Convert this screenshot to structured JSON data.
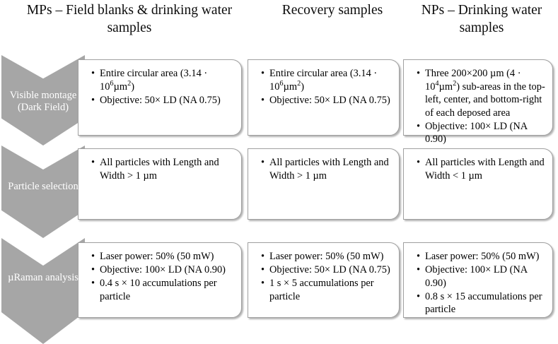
{
  "figure": {
    "type": "process-flow-diagram",
    "columns": [
      {
        "id": "mps",
        "title": "MPs – Field blanks & drinking water samples"
      },
      {
        "id": "recovery",
        "title": "Recovery samples"
      },
      {
        "id": "nps",
        "title": "NPs – Drinking water samples"
      }
    ],
    "stages": [
      {
        "id": "visible-montage",
        "label": "Visible montage (Dark Field)"
      },
      {
        "id": "particle-selection",
        "label": "Particle selection"
      },
      {
        "id": "uraman-analysis",
        "label": "µRaman analysis"
      }
    ],
    "cells": [
      {
        "stage": "visible-montage",
        "column": "mps",
        "bullets": [
          {
            "parts": [
              {
                "t": "Entire circular area (3.14 · 10"
              },
              {
                "t": "6",
                "sup": true
              },
              {
                "t": "µm"
              },
              {
                "t": "2",
                "sup": true
              },
              {
                "t": ")"
              }
            ]
          },
          {
            "parts": [
              {
                "t": "Objective: 50× LD (NA 0.75)"
              }
            ]
          }
        ]
      },
      {
        "stage": "visible-montage",
        "column": "recovery",
        "bullets": [
          {
            "parts": [
              {
                "t": "Entire circular area (3.14 · 10"
              },
              {
                "t": "6",
                "sup": true
              },
              {
                "t": "µm"
              },
              {
                "t": "2",
                "sup": true
              },
              {
                "t": ")"
              }
            ]
          },
          {
            "parts": [
              {
                "t": "Objective: 50× LD (NA 0.75)"
              }
            ]
          }
        ]
      },
      {
        "stage": "visible-montage",
        "column": "nps",
        "bullets": [
          {
            "parts": [
              {
                "t": "Three 200×200 µm (4 · 10"
              },
              {
                "t": "4",
                "sup": true
              },
              {
                "t": "µm"
              },
              {
                "t": "2",
                "sup": true
              },
              {
                "t": ") sub-areas in the top-left, center, and bottom-right of each deposed area"
              }
            ]
          },
          {
            "parts": [
              {
                "t": "Objective: 100× LD (NA 0.90)"
              }
            ]
          }
        ]
      },
      {
        "stage": "particle-selection",
        "column": "mps",
        "bullets": [
          {
            "parts": [
              {
                "t": "All particles with Length and Width > 1 µm"
              }
            ]
          }
        ]
      },
      {
        "stage": "particle-selection",
        "column": "recovery",
        "bullets": [
          {
            "parts": [
              {
                "t": "All particles with Length and Width > 1 µm"
              }
            ]
          }
        ]
      },
      {
        "stage": "particle-selection",
        "column": "nps",
        "bullets": [
          {
            "parts": [
              {
                "t": "All particles with Length and Width < 1 µm"
              }
            ]
          }
        ]
      },
      {
        "stage": "uraman-analysis",
        "column": "mps",
        "bullets": [
          {
            "parts": [
              {
                "t": "Laser power: 50% (50 mW)"
              }
            ]
          },
          {
            "parts": [
              {
                "t": "Objective: 100× LD (NA 0.90)"
              }
            ]
          },
          {
            "parts": [
              {
                "t": "0.4 s × 10 accumulations per particle"
              }
            ]
          }
        ]
      },
      {
        "stage": "uraman-analysis",
        "column": "recovery",
        "bullets": [
          {
            "parts": [
              {
                "t": "Laser power: 50% (50 mW)"
              }
            ]
          },
          {
            "parts": [
              {
                "t": "Objective: 50× LD (NA 0.75)"
              }
            ]
          },
          {
            "parts": [
              {
                "t": "1 s × 5 accumulations per particle"
              }
            ]
          }
        ]
      },
      {
        "stage": "uraman-analysis",
        "column": "nps",
        "bullets": [
          {
            "parts": [
              {
                "t": "Laser power: 50% (50 mW)"
              }
            ]
          },
          {
            "parts": [
              {
                "t": "Objective: 100× LD (NA 0.90)"
              }
            ]
          },
          {
            "parts": [
              {
                "t": "0.8 s × 15 accumulations per particle"
              }
            ]
          }
        ]
      }
    ],
    "colors": {
      "chevron_fill": "#a6a6a6",
      "chevron_label_text": "#ffffff",
      "box_border": "#a0a0a0",
      "box_fill": "#ffffff",
      "body_text": "#000000",
      "background": "#ffffff"
    }
  }
}
